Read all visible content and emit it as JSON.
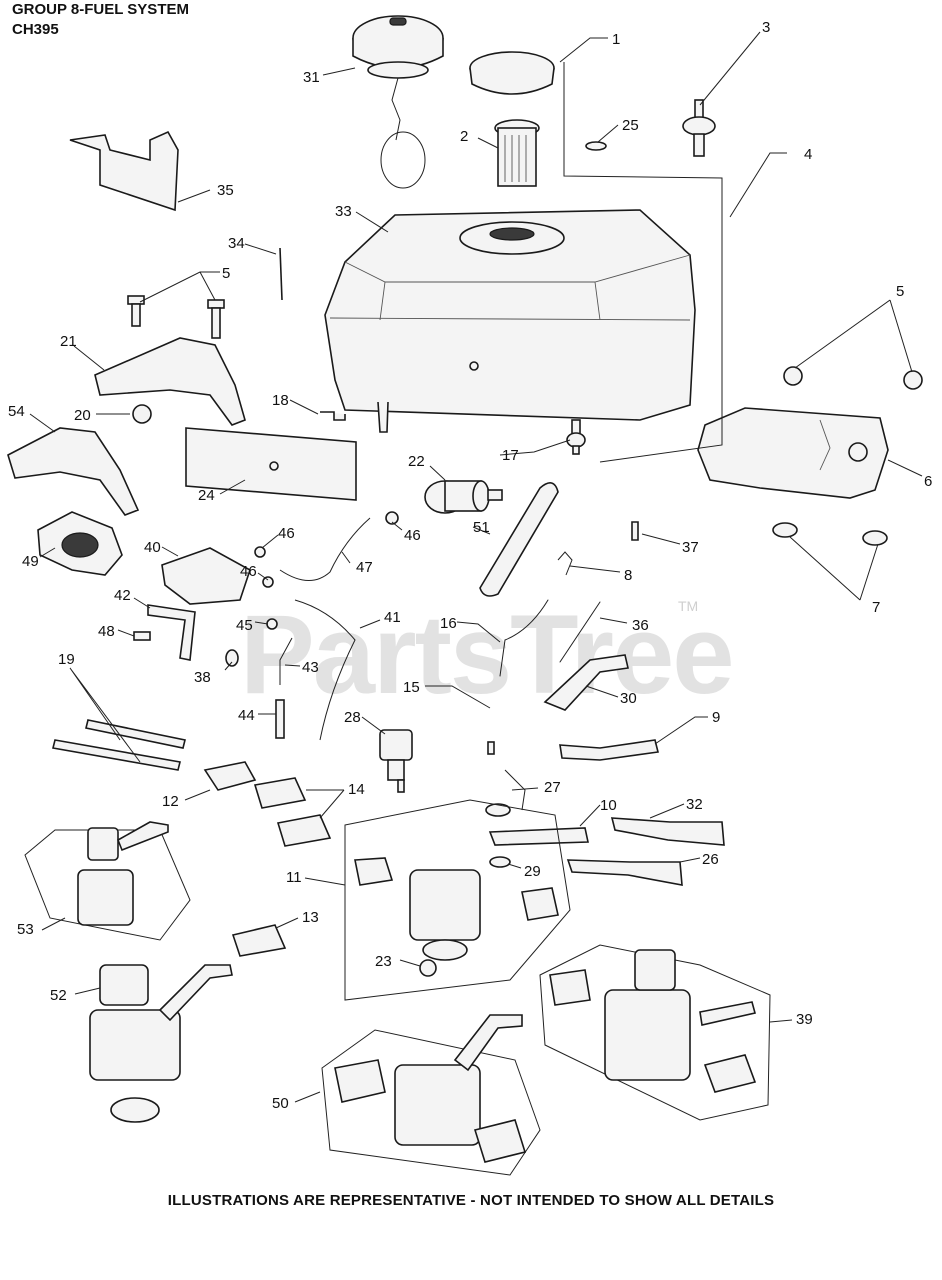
{
  "header": {
    "line1": "GROUP 8-FUEL SYSTEM",
    "line2": "CH395"
  },
  "watermark": {
    "brand": "PartsTree",
    "tm": "TM"
  },
  "footer": {
    "note": "ILLUSTRATIONS ARE REPRESENTATIVE - NOT INTENDED TO SHOW ALL DETAILS"
  },
  "callouts": {
    "c1": "1",
    "c2": "2",
    "c3": "3",
    "c4": "4",
    "c5a": "5",
    "c5b": "5",
    "c6": "6",
    "c7": "7",
    "c8": "8",
    "c9": "9",
    "c10": "10",
    "c11": "11",
    "c12": "12",
    "c13": "13",
    "c14": "14",
    "c15": "15",
    "c16": "16",
    "c17": "17",
    "c18": "18",
    "c19": "19",
    "c20": "20",
    "c21": "21",
    "c22": "22",
    "c23": "23",
    "c24": "24",
    "c25": "25",
    "c26": "26",
    "c27": "27",
    "c28": "28",
    "c29": "29",
    "c30": "30",
    "c31": "31",
    "c32": "32",
    "c33": "33",
    "c34": "34",
    "c35": "35",
    "c36": "36",
    "c37": "37",
    "c38": "38",
    "c39": "39",
    "c40": "40",
    "c41": "41",
    "c42": "42",
    "c43": "43",
    "c44": "44",
    "c45": "45",
    "c46a": "46",
    "c46b": "46",
    "c46c": "46",
    "c47": "47",
    "c48": "48",
    "c49": "49",
    "c50": "50",
    "c51": "51",
    "c52": "52",
    "c53": "53",
    "c54": "54"
  }
}
